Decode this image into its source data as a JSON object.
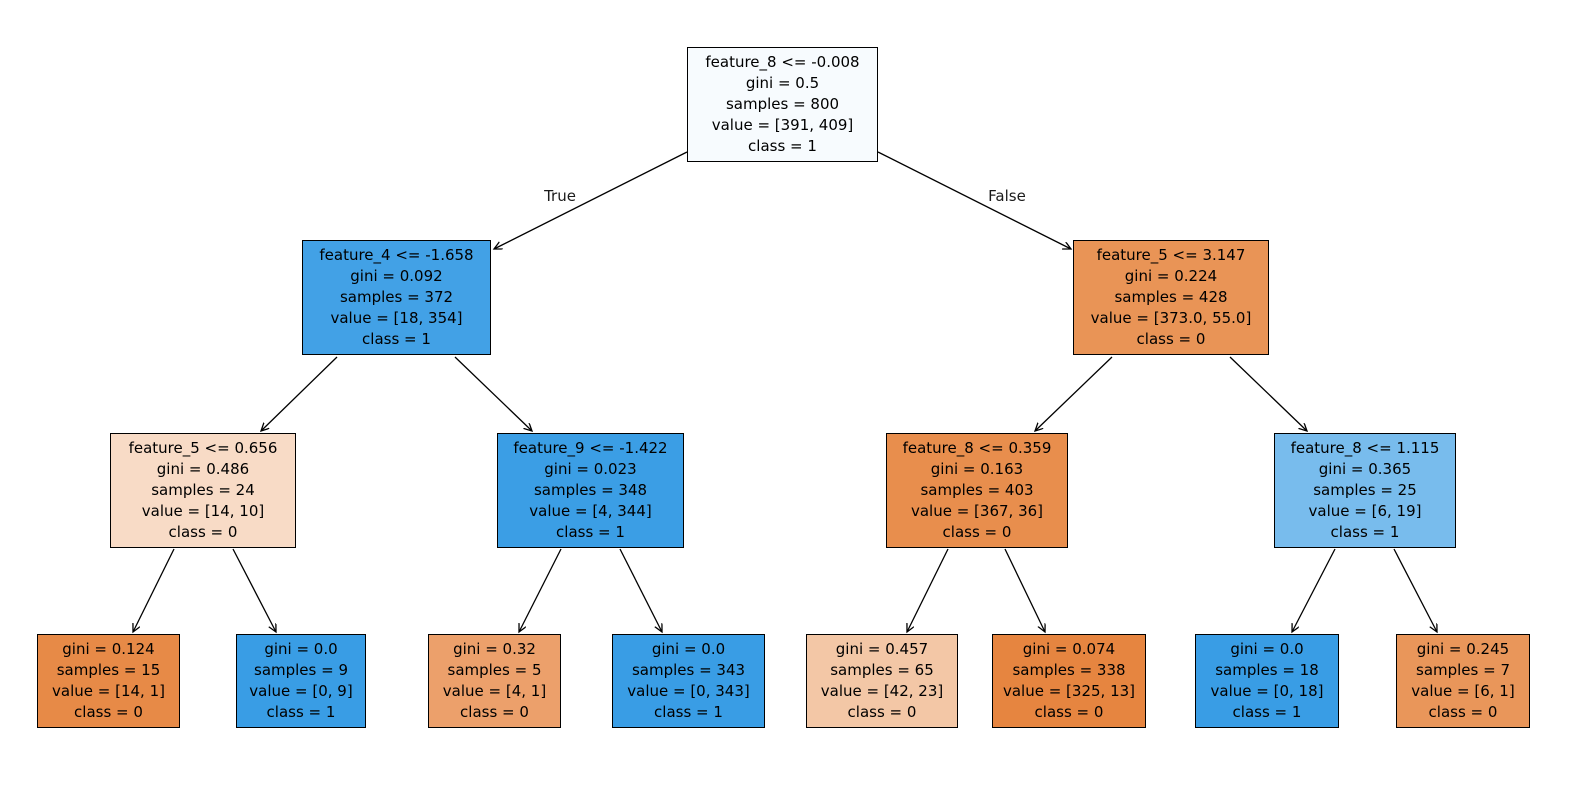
{
  "figure": {
    "background_color": "#ffffff",
    "line_color": "#000000",
    "text_color": "#000000"
  },
  "palette": {
    "class0_base_color": "#e58139",
    "class1_base_color": "#399de5"
  },
  "edge_labels": {
    "true_label": "True",
    "false_label": "False"
  },
  "nodes": {
    "root": {
      "condition": "feature_8 <= -0.008",
      "gini": "gini = 0.5",
      "samples": "samples = 800",
      "value": "value = [391, 409]",
      "class": "class = 1",
      "fill": "#f7fbfe"
    },
    "left": {
      "condition": "feature_4 <= -1.658",
      "gini": "gini = 0.092",
      "samples": "samples = 372",
      "value": "value = [18, 354]",
      "class": "class = 1",
      "fill": "#42a1e6"
    },
    "right": {
      "condition": "feature_5 <= 3.147",
      "gini": "gini = 0.224",
      "samples": "samples = 428",
      "value": "value = [373.0, 55.0]",
      "class": "class = 0",
      "fill": "#e99456"
    },
    "left_left": {
      "condition": "feature_5 <= 0.656",
      "gini": "gini = 0.486",
      "samples": "samples = 24",
      "value": "value = [14, 10]",
      "class": "class = 0",
      "fill": "#f8dbc6"
    },
    "left_right": {
      "condition": "feature_9 <= -1.422",
      "gini": "gini = 0.023",
      "samples": "samples = 348",
      "value": "value = [4, 344]",
      "class": "class = 1",
      "fill": "#3b9ee5"
    },
    "right_left": {
      "condition": "feature_8 <= 0.359",
      "gini": "gini = 0.163",
      "samples": "samples = 403",
      "value": "value = [367, 36]",
      "class": "class = 0",
      "fill": "#e88e4d"
    },
    "right_right": {
      "condition": "feature_8 <= 1.115",
      "gini": "gini = 0.365",
      "samples": "samples = 25",
      "value": "value = [6, 19]",
      "class": "class = 1",
      "fill": "#78bced"
    },
    "leaf_1": {
      "gini": "gini = 0.124",
      "samples": "samples = 15",
      "value": "value = [14, 1]",
      "class": "class = 0",
      "fill": "#e78a47"
    },
    "leaf_2": {
      "gini": "gini = 0.0",
      "samples": "samples = 9",
      "value": "value = [0, 9]",
      "class": "class = 1",
      "fill": "#399de5"
    },
    "leaf_3": {
      "gini": "gini = 0.32",
      "samples": "samples = 5",
      "value": "value = [4, 1]",
      "class": "class = 0",
      "fill": "#eca06b"
    },
    "leaf_4": {
      "gini": "gini = 0.0",
      "samples": "samples = 343",
      "value": "value = [0, 343]",
      "class": "class = 1",
      "fill": "#399de5"
    },
    "leaf_5": {
      "gini": "gini = 0.457",
      "samples": "samples = 65",
      "value": "value = [42, 23]",
      "class": "class = 0",
      "fill": "#f3c7a6"
    },
    "leaf_6": {
      "gini": "gini = 0.074",
      "samples": "samples = 338",
      "value": "value = [325, 13]",
      "class": "class = 0",
      "fill": "#e68540"
    },
    "leaf_7": {
      "gini": "gini = 0.0",
      "samples": "samples = 18",
      "value": "value = [0, 18]",
      "class": "class = 1",
      "fill": "#399de5"
    },
    "leaf_8": {
      "gini": "gini = 0.245",
      "samples": "samples = 7",
      "value": "value = [6, 1]",
      "class": "class = 0",
      "fill": "#e9965a"
    }
  }
}
